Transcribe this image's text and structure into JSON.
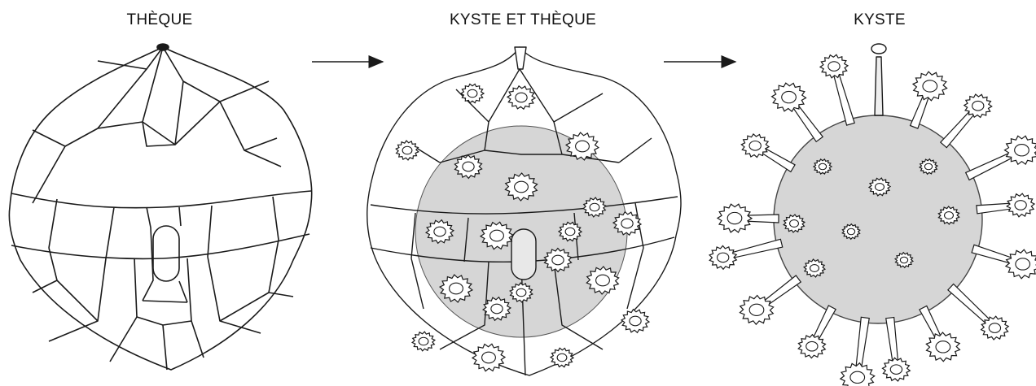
{
  "titles": {
    "theca": "THÈQUE",
    "cyst_and_theca": "KYSTE ET THÈQUE",
    "cyst": "KYSTE"
  },
  "colors": {
    "line": "#1a1a1a",
    "cyst_fill": "#d6d6d6",
    "background": "#ffffff"
  },
  "arrows": [
    "right-arrow",
    "right-arrow"
  ]
}
